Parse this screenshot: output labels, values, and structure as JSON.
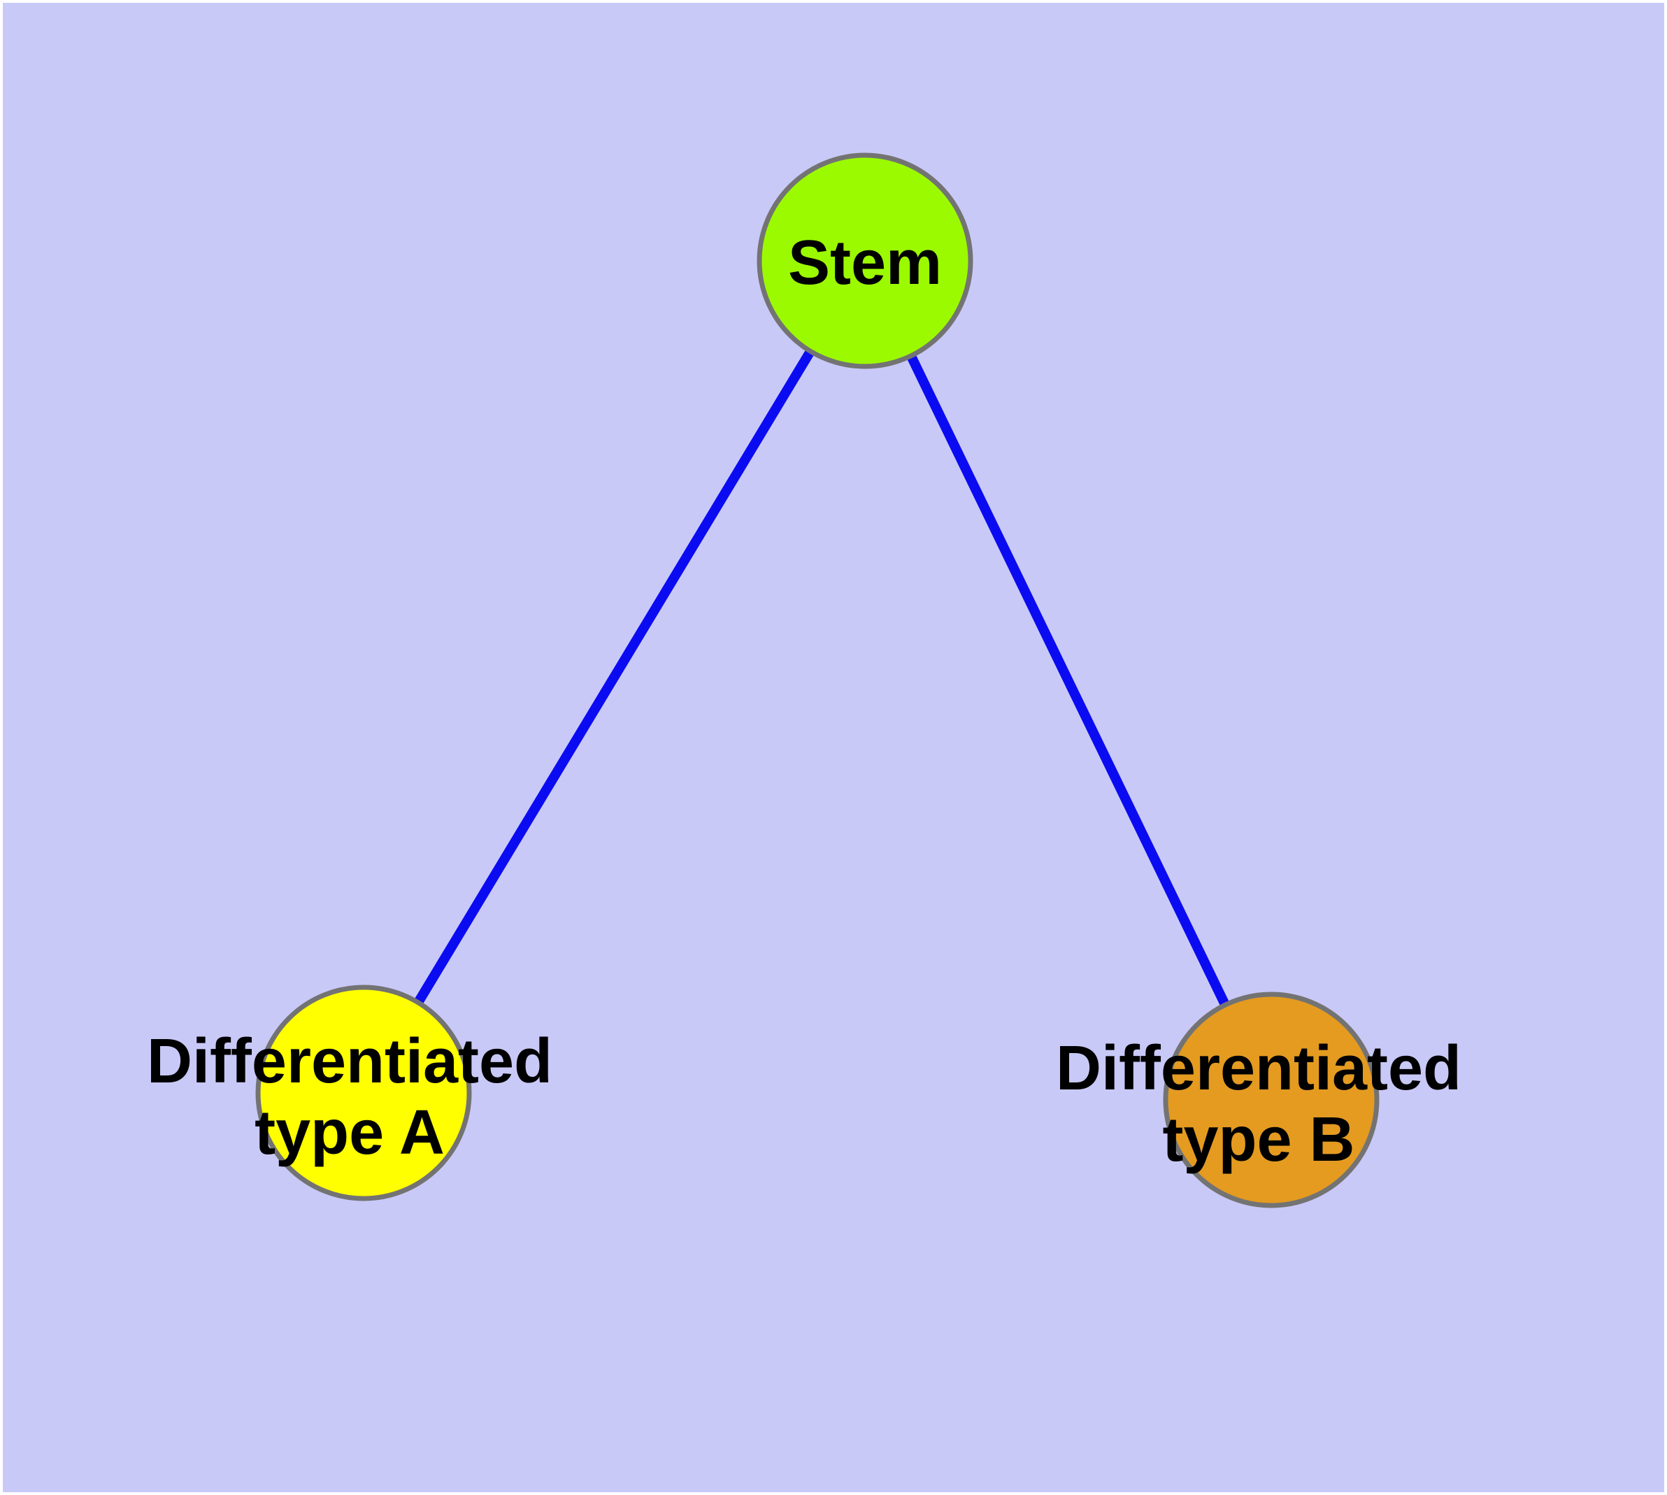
{
  "canvas": {
    "outer_border_color": "#ffffff",
    "background": "#c9c9f8"
  },
  "node_style": {
    "border_color": "#737373",
    "label_color": "#000000"
  },
  "edges": {
    "color": "#0b0bf2",
    "list": [
      {
        "from": "Stem",
        "to": "Differentiated type A"
      },
      {
        "from": "Stem",
        "to": "Differentiated type B"
      }
    ]
  },
  "nodes": {
    "stem": {
      "label": "Stem",
      "color": "#9bfa00"
    },
    "type_a": {
      "lines": {
        "0": "Differentiated",
        "1": "type A"
      },
      "color": "#ffff00"
    },
    "type_b": {
      "lines": {
        "0": "Differentiated",
        "1": "type B"
      },
      "color": "#e49b20"
    }
  }
}
